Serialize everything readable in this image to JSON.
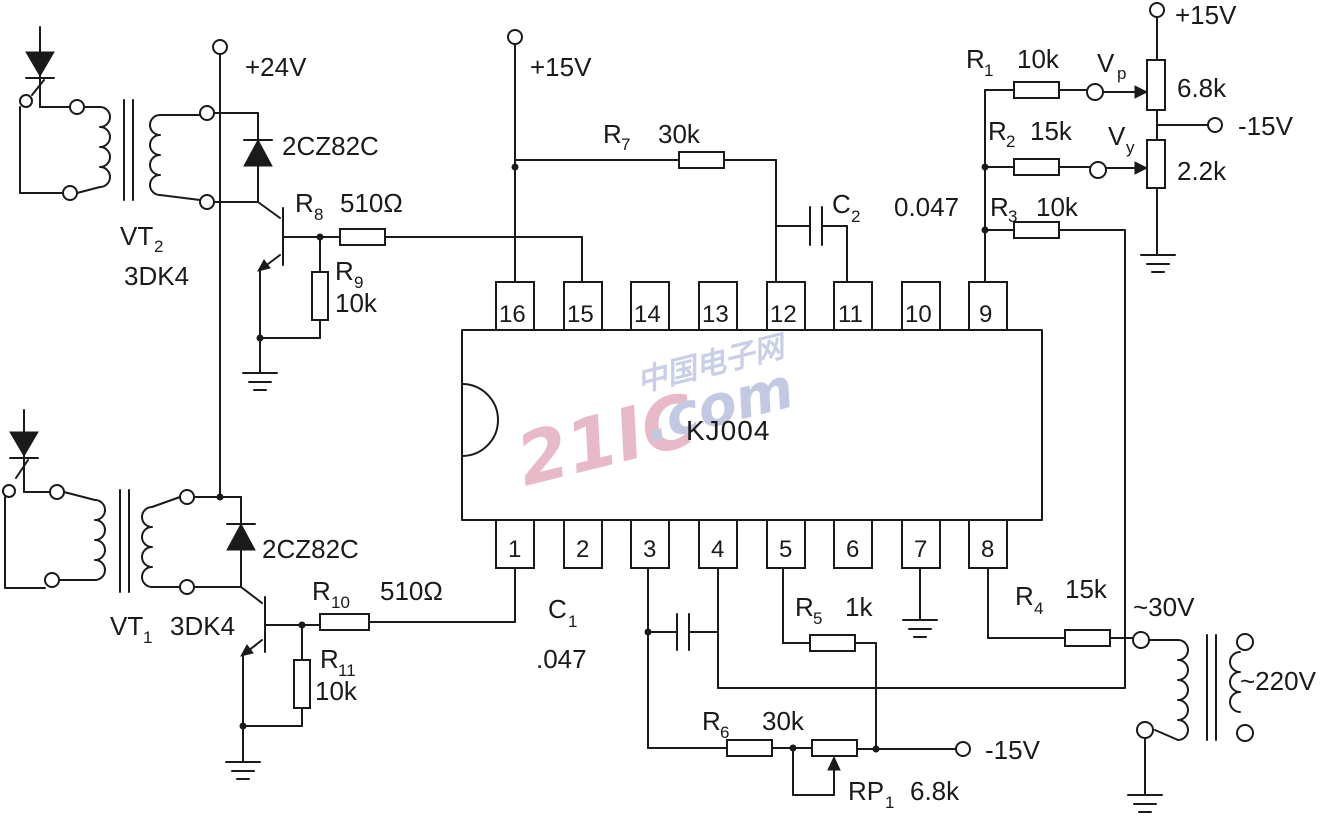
{
  "chip": {
    "name": "KJ004"
  },
  "pins_top": [
    "16",
    "15",
    "14",
    "13",
    "12",
    "11",
    "10",
    "9"
  ],
  "pins_bottom": [
    "1",
    "2",
    "3",
    "4",
    "5",
    "6",
    "7",
    "8"
  ],
  "supplies": {
    "p24": "+24V",
    "p15_center": "+15V",
    "p15_right": "+15V",
    "m15_right": "-15V",
    "m15_bottom": "-15V"
  },
  "transformers": {
    "mains_secondary": "~30V",
    "mains_primary": "~220V"
  },
  "components": {
    "diode_top": "2CZ82C",
    "diode_bottom": "2CZ82C",
    "vt2": {
      "main": "VT",
      "sub": "2",
      "part": "3DK4"
    },
    "vt1": {
      "main": "VT",
      "sub": "1",
      "part": "3DK4"
    },
    "r8": {
      "main": "R",
      "sub": "8",
      "value": "510Ω"
    },
    "r9": {
      "main": "R",
      "sub": "9",
      "value": "10k"
    },
    "r10": {
      "main": "R",
      "sub": "10",
      "value": "510Ω"
    },
    "r11": {
      "main": "R",
      "sub": "11",
      "value": "10k"
    },
    "r7": {
      "main": "R",
      "sub": "7",
      "value": "30k"
    },
    "c2": {
      "main": "C",
      "sub": "2",
      "value": "0.047"
    },
    "r1": {
      "main": "R",
      "sub": "1",
      "value": "10k"
    },
    "r2": {
      "main": "R",
      "sub": "2",
      "value": "15k"
    },
    "r3": {
      "main": "R",
      "sub": "3",
      "value": "10k"
    },
    "vp": {
      "main": "V",
      "sub": "p",
      "value": "6.8k"
    },
    "vy": {
      "main": "V",
      "sub": "y",
      "value": "2.2k"
    },
    "c1": {
      "main": "C",
      "sub": "1",
      "value": ".047"
    },
    "r5": {
      "main": "R",
      "sub": "5",
      "value": "1k"
    },
    "r4": {
      "main": "R",
      "sub": "4",
      "value": "15k"
    },
    "r6": {
      "main": "R",
      "sub": "6",
      "value": "30k"
    },
    "rp1": {
      "main": "RP",
      "sub": "1",
      "value": "6.8k"
    }
  },
  "watermark": {
    "cn": "中国电子网",
    "num": "21IC",
    "dom": ".com"
  }
}
